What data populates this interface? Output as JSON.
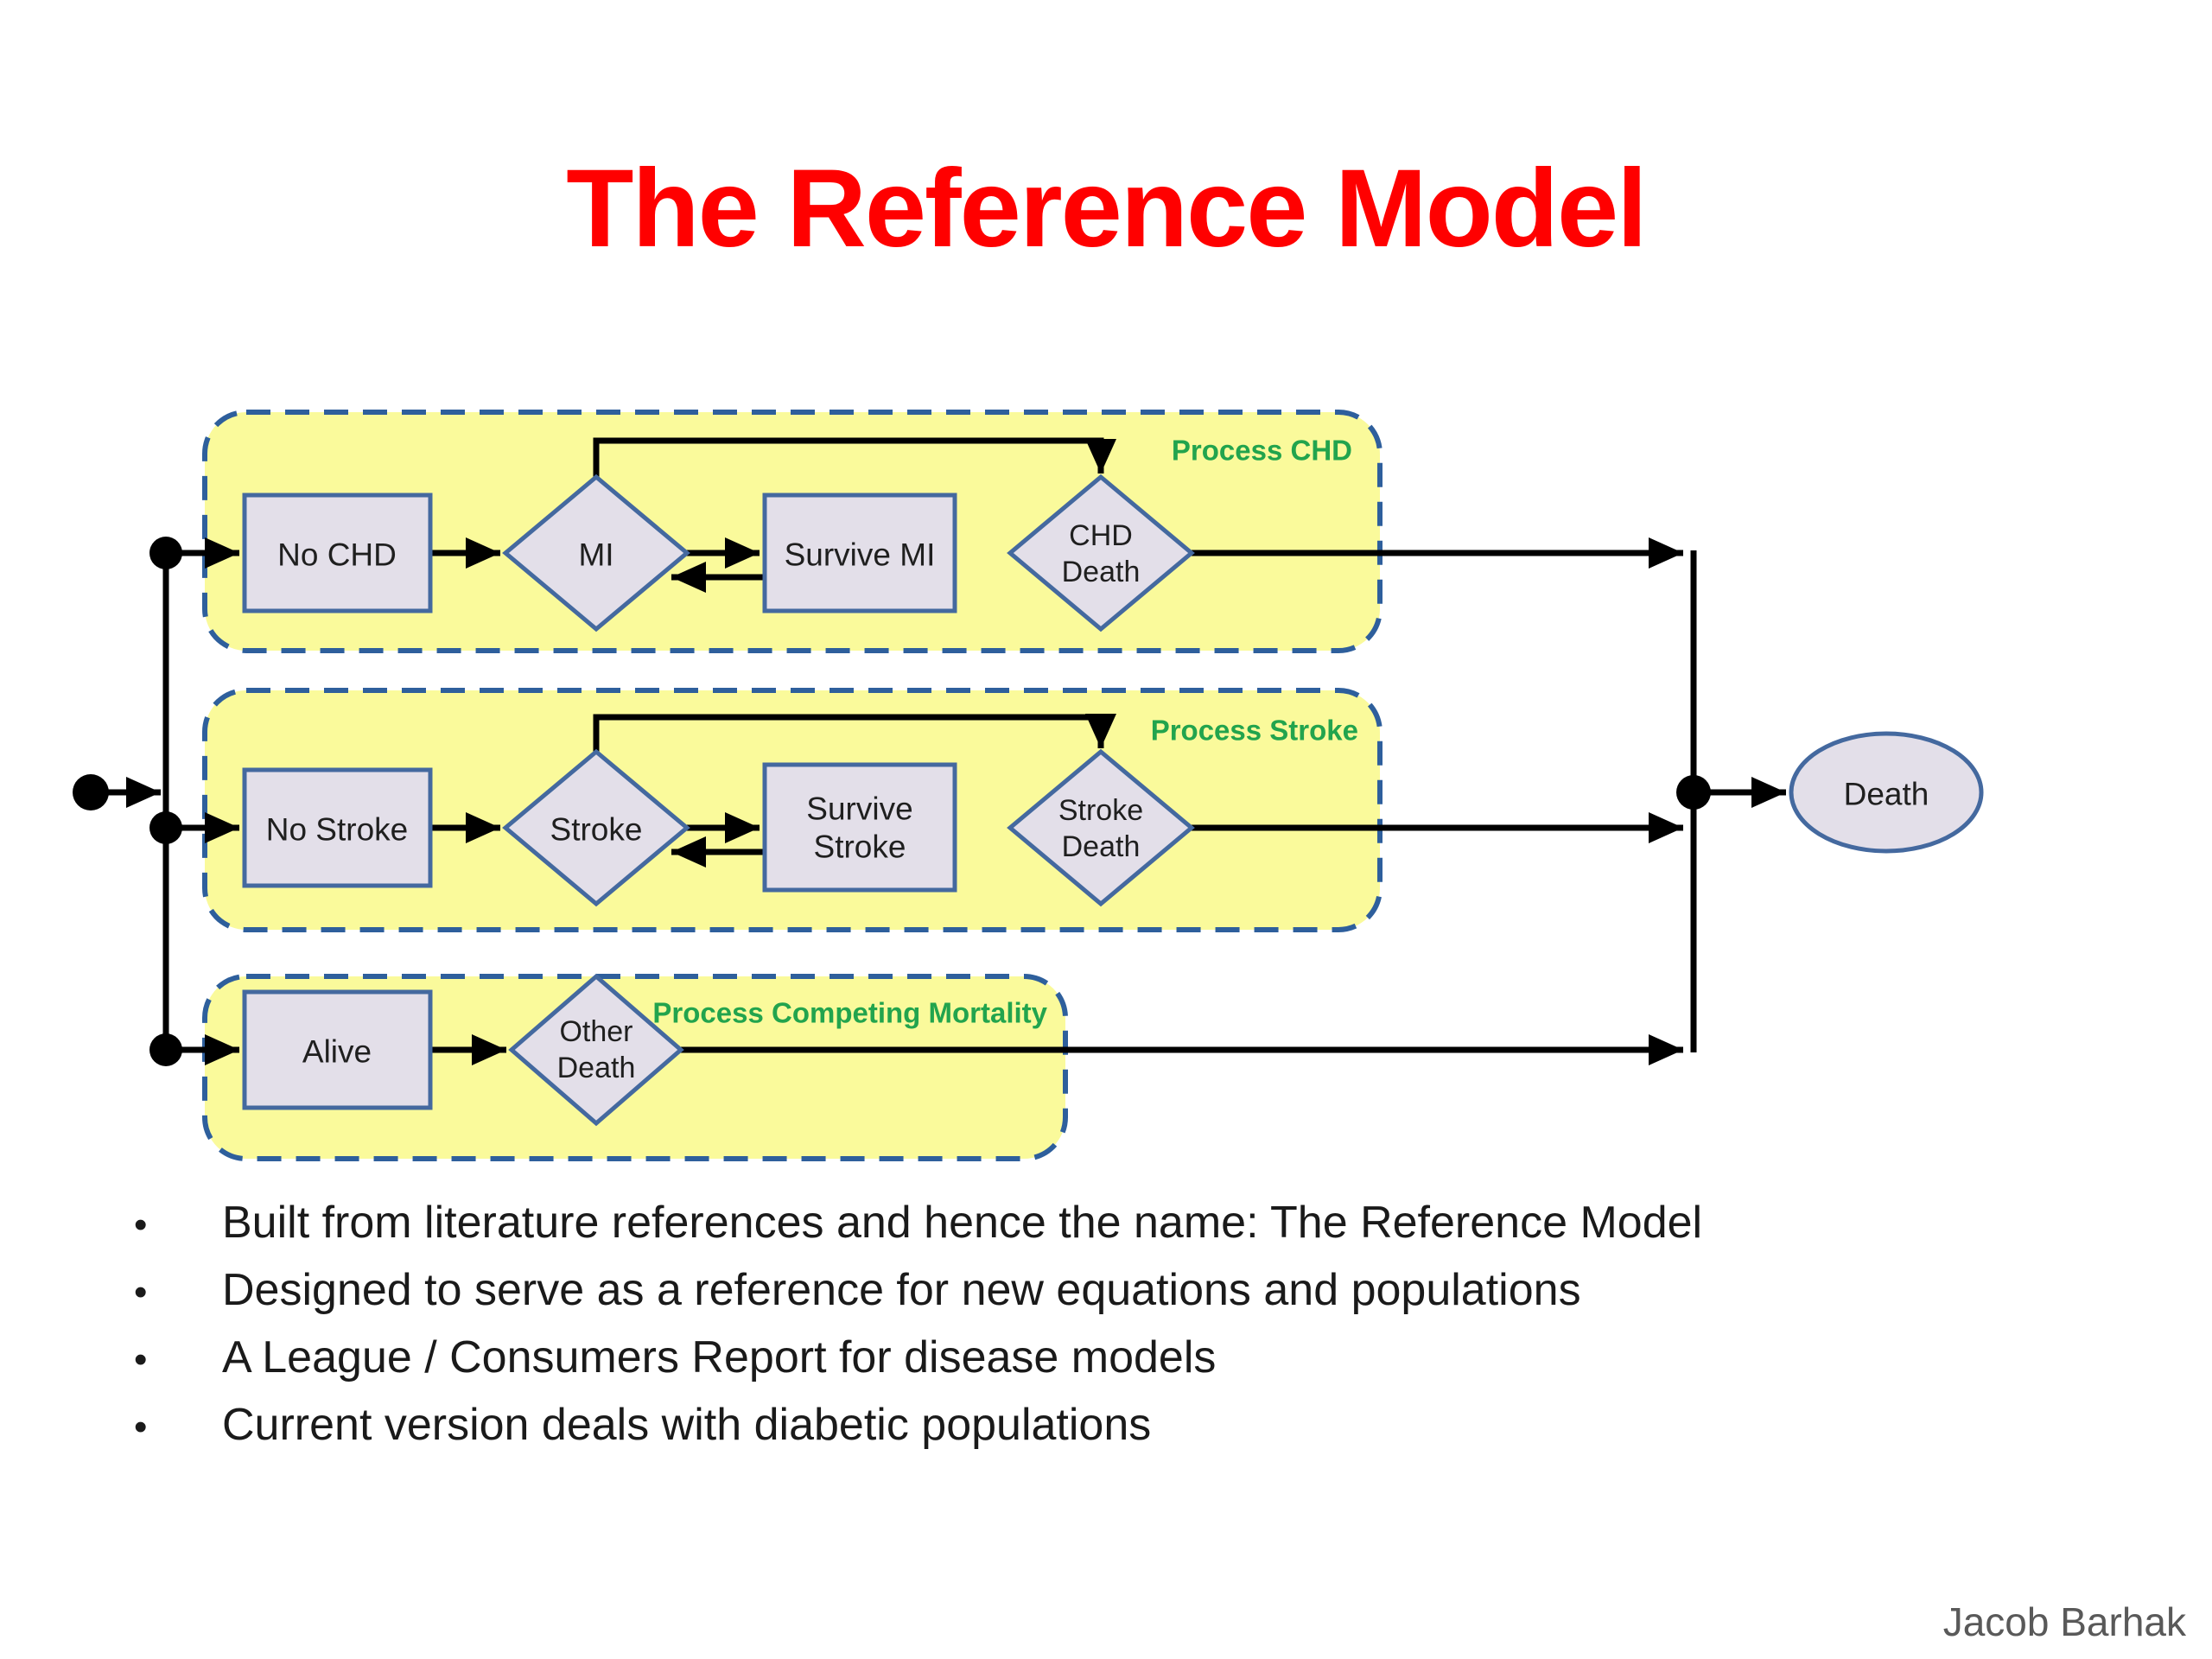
{
  "slide": {
    "title": "The Reference Model",
    "attribution": "Jacob Barhak",
    "bullet_glyph": "•",
    "bullets": [
      "Built from literature references and hence the name: The Reference Model",
      "Designed to serve as a reference for new equations and populations",
      "A League / Consumers Report for disease models",
      "Current version deals with diabetic populations"
    ]
  },
  "diagram": {
    "regions": {
      "chd": "Process CHD",
      "stroke": "Process Stroke",
      "competing": "Process Competing Mortality"
    },
    "nodes": {
      "no_chd": "No CHD",
      "mi": "MI",
      "survive_mi": "Survive MI",
      "chd_death_line1": "CHD",
      "chd_death_line2": "Death",
      "no_stroke": "No Stroke",
      "stroke": "Stroke",
      "survive_stroke_line1": "Survive",
      "survive_stroke_line2": "Stroke",
      "stroke_death_line1": "Stroke",
      "stroke_death_line2": "Death",
      "alive": "Alive",
      "other_death_line1": "Other",
      "other_death_line2": "Death",
      "death": "Death"
    },
    "colors": {
      "title_red": "#FF0000",
      "region_fill": "#FAFA9B",
      "region_border_blue": "#2E5F9C",
      "node_fill": "#E3DFE9",
      "node_border_blue": "#44699F",
      "process_label_green": "#22A44D",
      "connector_black": "#000000",
      "attribution_gray": "#595959"
    }
  }
}
